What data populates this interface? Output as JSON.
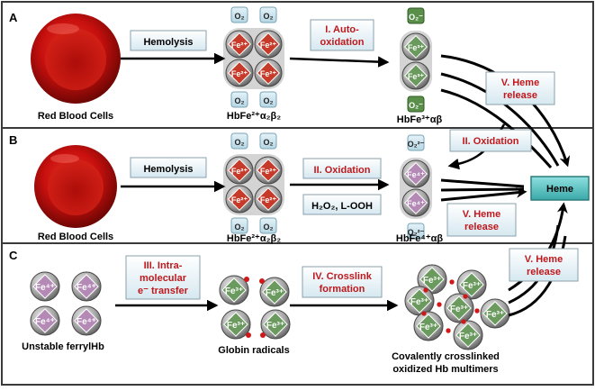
{
  "panels": {
    "a": {
      "letter": "A",
      "rbc_label": "Red Blood Cells",
      "hemolysis_label": "Hemolysis",
      "tetramer_label": "HbFe²⁺α₂β₂",
      "step": "I. Auto-oxidation",
      "step_lines": [
        "I. Auto-",
        "oxidation"
      ],
      "dimer_label": "HbFe³⁺αβ",
      "heme_release_lines": [
        "V. Heme",
        "release"
      ],
      "iron_2": "Fe²⁺",
      "iron_3": "Fe³⁺",
      "o2": "O₂",
      "o2_radical": "O₂⁻"
    },
    "b": {
      "letter": "B",
      "rbc_label": "Red Blood Cells",
      "hemolysis_label": "Hemolysis",
      "tetramer_label": "HbFe²⁺α₂β₂",
      "step": "II. Oxidation",
      "oxidants": "H₂O₂, L-OOH",
      "back_oxidation": "II. Oxidation",
      "dimer_label": "HbFe⁴⁺αβ",
      "heme_release_lines": [
        "V. Heme",
        "release"
      ],
      "iron_4": "Fe⁴⁺",
      "o2_dianion": "O₂²⁻"
    },
    "c": {
      "letter": "C",
      "ferryl_label": "Unstable ferrylHb",
      "transfer_lines": [
        "III. Intra-",
        "molecular",
        "e⁻ transfer"
      ],
      "radicals_label": "Globin radicals",
      "crosslink_lines": [
        "IV. Crosslink",
        "formation"
      ],
      "multimer_lines": [
        "Covalently crosslinked",
        "oxidized Hb multimers"
      ],
      "heme_release_lines": [
        "V. Heme",
        "release"
      ]
    },
    "heme": "Heme",
    "colors": {
      "panel_border": "#3a3a3a",
      "step_text": "#c0181c",
      "button_fill": "#eef6fa",
      "heme_box": "#5cc4c4",
      "fe2_diamond": "#c63a2a",
      "fe3_diamond": "#6a9a5e",
      "fe4_diamond": "#b489b6",
      "rbc": "#c8100e"
    }
  }
}
